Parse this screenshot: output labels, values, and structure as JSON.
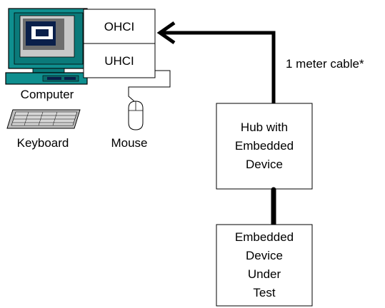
{
  "computer": {
    "label": "Computer",
    "controllers": [
      "OHCI",
      "UHCI"
    ]
  },
  "keyboard": {
    "label": "Keyboard"
  },
  "mouse": {
    "label": "Mouse"
  },
  "cable": {
    "label": "1 meter cable*"
  },
  "hub": {
    "lines": [
      "Hub with",
      "Embedded",
      "Device"
    ]
  },
  "device_under_test": {
    "lines": [
      "Embedded",
      "Device",
      "Under",
      "Test"
    ]
  },
  "colors": {
    "line": "#000000",
    "computer_teal": "#0f8f8f",
    "screen_dark": "#0a1f4a",
    "screen_bg": "#c8c8c8",
    "screen_shadow": "#6d6d6d"
  }
}
